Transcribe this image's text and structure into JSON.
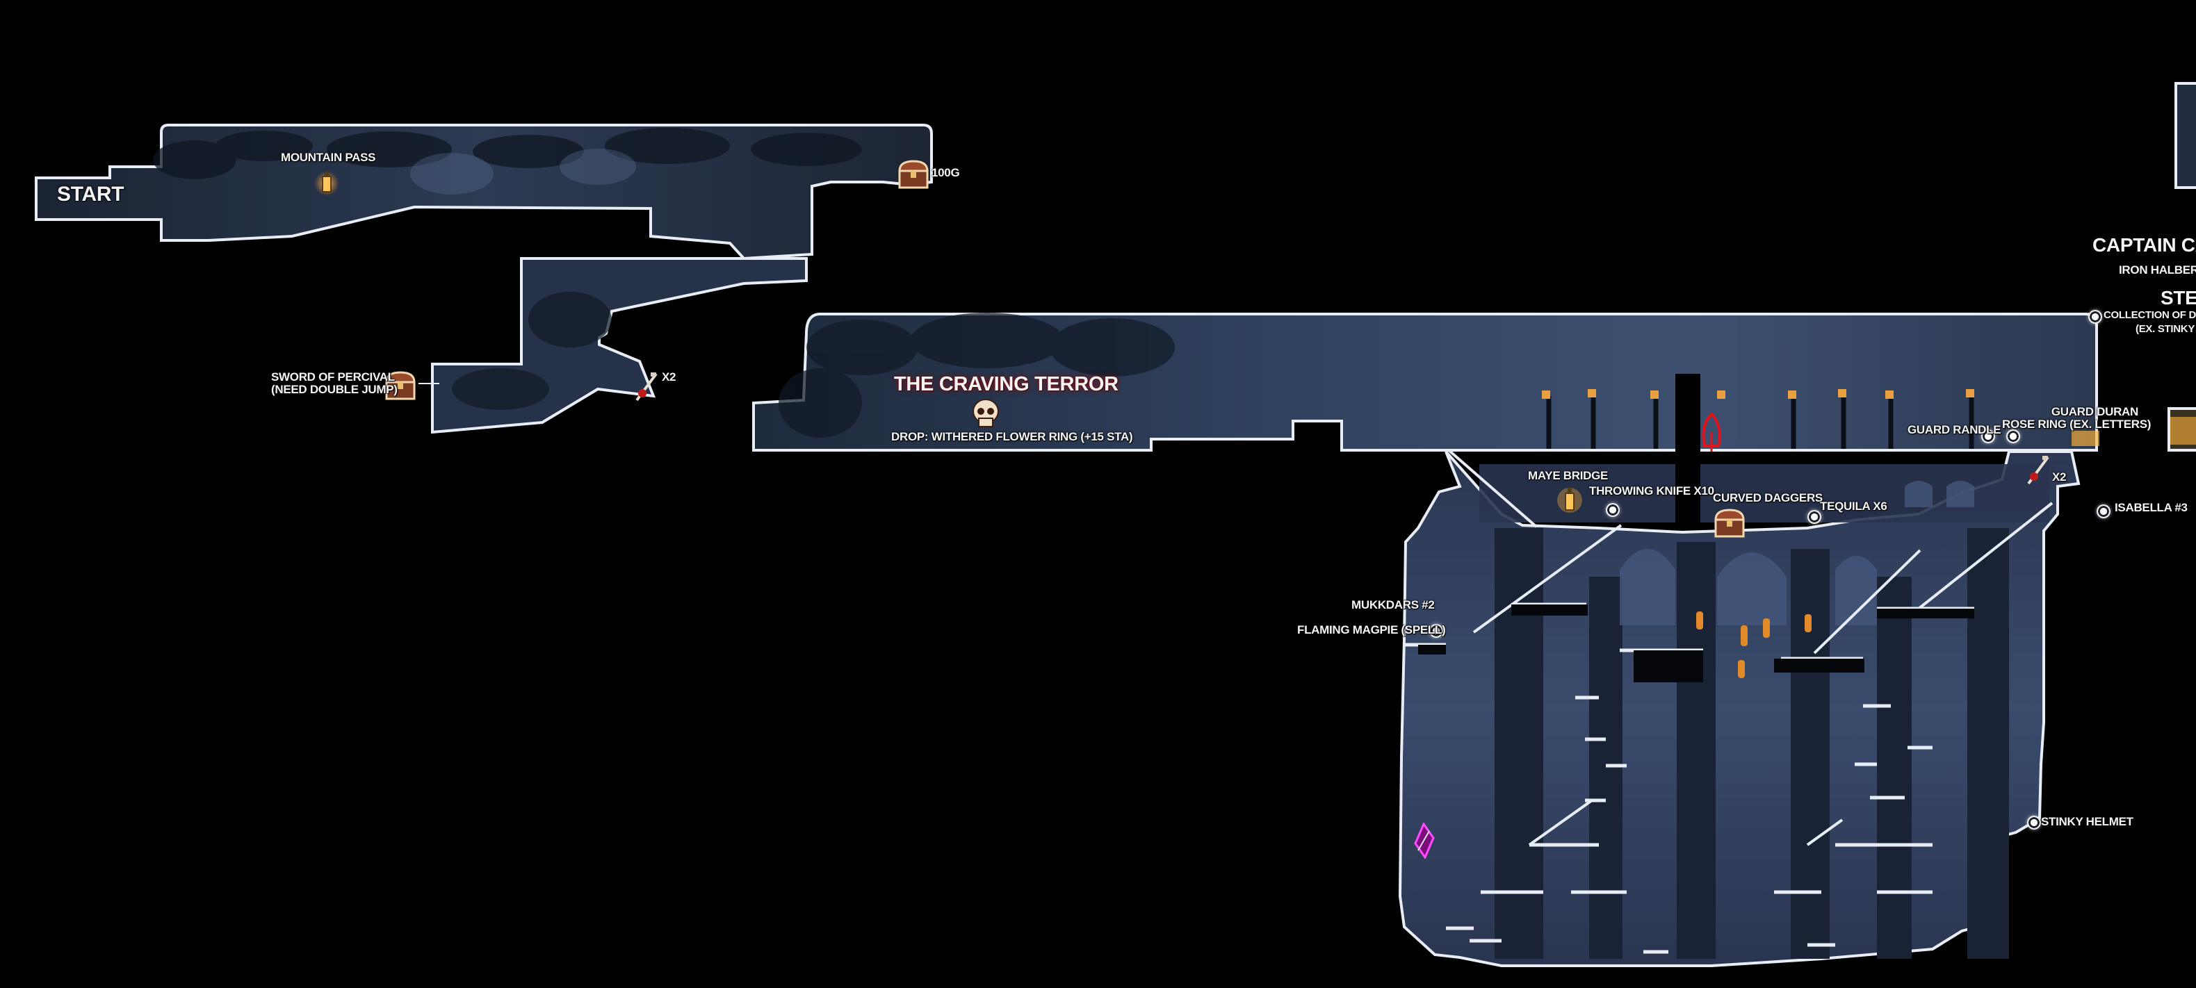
{
  "map": {
    "colors": {
      "background": "#000000",
      "room_fill_dark": "#1c2638",
      "room_fill_light": "#4a5d7e",
      "outline": "#e8edf5",
      "lantern": "#ffb43a",
      "boss_glow": "#7a1017",
      "enemy_red": "#e0141c",
      "crystal_magenta": "#d21ad2",
      "node_white": "#ffffff"
    },
    "labels": {
      "start": "START",
      "mountain_pass": "MOUNTAIN PASS",
      "gold_100": "100G",
      "sword_of_percival_1": "SWORD OF PERCIVAL",
      "sword_of_percival_2": "(NEED DOUBLE JUMP)",
      "x2_a": "X2",
      "boss_name": "THE CRAVING TERROR",
      "boss_drop": "DROP: WITHERED FLOWER RING (+15 STA)",
      "maye_bridge": "MAYE BRIDGE",
      "throwing_knife": "THROWING KNIFE X10",
      "curved_daggers": "CURVED DAGGERS",
      "tequila": "TEQUILA X6",
      "guard_randle": "GUARD RANDLE",
      "guard_duran_1": "GUARD DURAN",
      "guard_duran_2": "ROSE RING (EX. LETTERS)",
      "x2_b": "X2",
      "isabella": "ISABELLA #3",
      "mukkdars": "MUKKDARS #2",
      "flaming_magpie": "FLAMING MAGPIE (SPELL)",
      "stinky_helmet": "STINKY HELMET",
      "captain_partial": "CAPTAIN CA",
      "iron_halberd": "IRON HALBERD",
      "stev_partial": "STE",
      "collection_partial_1": "COLLECTION OF DU",
      "collection_partial_2": "(EX. STINKY"
    },
    "icons": [
      "lantern-icon",
      "treasure-chest-icon",
      "skull-icon",
      "potion-icon",
      "enemy-hood-icon",
      "crystal-icon",
      "item-node-icon"
    ]
  }
}
